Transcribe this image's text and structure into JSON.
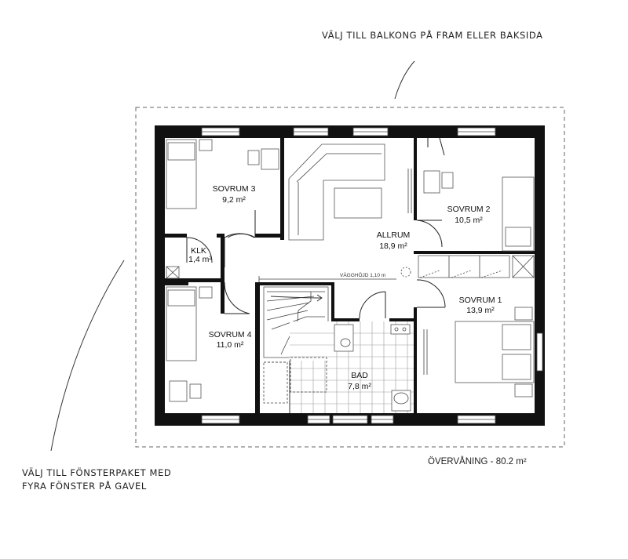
{
  "plan": {
    "caption": "ÖVERVÅNING - 80.2 m²",
    "note_balcony": "VÄLJ TILL BALKONG PÅ FRAM ELLER BAKSIDA",
    "note_windows_line1": "VÄLJ TILL FÖNSTERPAKET MED",
    "note_windows_line2": "FYRA FÖNSTER PÅ GAVEL",
    "ceiling_height": "VÄGGHÖJD 1,10 m",
    "rooms": [
      {
        "name": "SOVRUM 3",
        "area": "9,2 m²"
      },
      {
        "name": "SOVRUM 2",
        "area": "10,5 m²"
      },
      {
        "name": "ALLRUM",
        "area": "18,9 m²"
      },
      {
        "name": "KLK",
        "area": "1,4 m²"
      },
      {
        "name": "SOVRUM 1",
        "area": "13,9 m²"
      },
      {
        "name": "SOVRUM 4",
        "area": "11,0 m²"
      },
      {
        "name": "BAD",
        "area": "7,8 m²"
      }
    ]
  }
}
